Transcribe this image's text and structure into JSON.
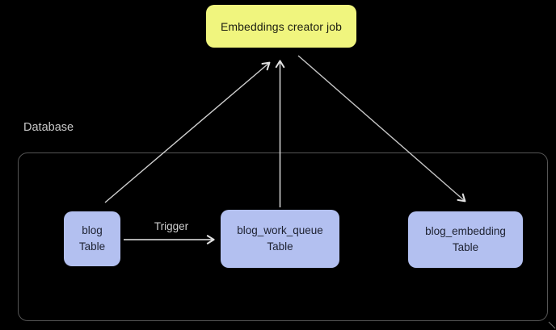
{
  "diagram": {
    "job": {
      "label": "Embeddings creator job"
    },
    "database": {
      "label": "Database",
      "tables": [
        {
          "name": "blog",
          "line1": "blog",
          "line2": "Table"
        },
        {
          "name": "blog_work_queue",
          "line1": "blog_work_queue",
          "line2": "Table"
        },
        {
          "name": "blog_embedding",
          "line1": "blog_embedding",
          "line2": "Table"
        }
      ]
    },
    "edges": [
      {
        "from": "blog Table",
        "to": "Embeddings creator job",
        "label": ""
      },
      {
        "from": "blog_work_queue Table",
        "to": "Embeddings creator job",
        "label": ""
      },
      {
        "from": "Embeddings creator job",
        "to": "blog_embedding Table",
        "label": ""
      },
      {
        "from": "blog Table",
        "to": "blog_work_queue Table",
        "label": "Trigger"
      }
    ],
    "colors": {
      "background": "#000000",
      "job_box_bg": "#f0f57e",
      "table_box_bg": "#b3c0f0",
      "box_text": "#1d2130",
      "muted_text": "#c9c9c9",
      "arrow": "#d9d9d9",
      "container_border": "#555555"
    }
  }
}
